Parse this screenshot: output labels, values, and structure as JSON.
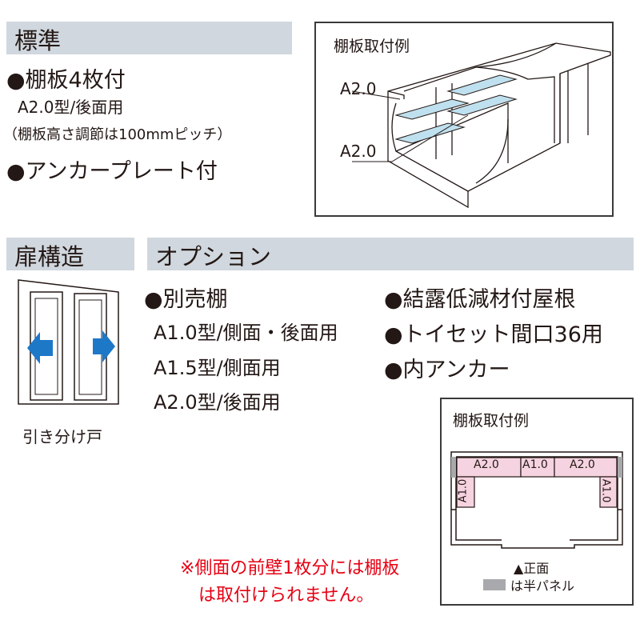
{
  "standard": {
    "heading": "標準",
    "items": [
      {
        "label": "●棚板4枚付"
      },
      {
        "label": "A2.0型/後面用"
      },
      {
        "label": "（棚板高さ調節は100mmピッチ）"
      },
      {
        "label": "●アンカープレート付"
      }
    ]
  },
  "shelf_example_3d": {
    "title": "棚板取付例",
    "labels": [
      "A2.0",
      "A2.0"
    ],
    "shelf_color": "#bfe0ee"
  },
  "door": {
    "heading": "扉構造",
    "caption": "引き分け戸",
    "arrow_color": "#1e78c8"
  },
  "options": {
    "heading": "オプション",
    "left": [
      {
        "label": "●別売棚"
      },
      {
        "label": "A1.0型/側面・後面用"
      },
      {
        "label": "A1.5型/側面用"
      },
      {
        "label": "A2.0型/後面用"
      }
    ],
    "right": [
      {
        "label": "●結露低減材付屋根"
      },
      {
        "label": "●トイセット間口36用"
      },
      {
        "label": "●内アンカー"
      }
    ]
  },
  "note": {
    "line1": "※側面の前壁1枚分には棚板",
    "line2": "は取付けられません。",
    "color": "#e60012"
  },
  "shelf_example_plan": {
    "title": "棚板取付例",
    "back_labels": [
      "A2.0",
      "A1.0",
      "A2.0"
    ],
    "side_labels": [
      "A1.0",
      "A1.0"
    ],
    "front_label": "▲正面",
    "legend_label": "は半パネル",
    "shelf_color": "#f5d3e0",
    "half_panel_color": "#a7a9ac"
  }
}
